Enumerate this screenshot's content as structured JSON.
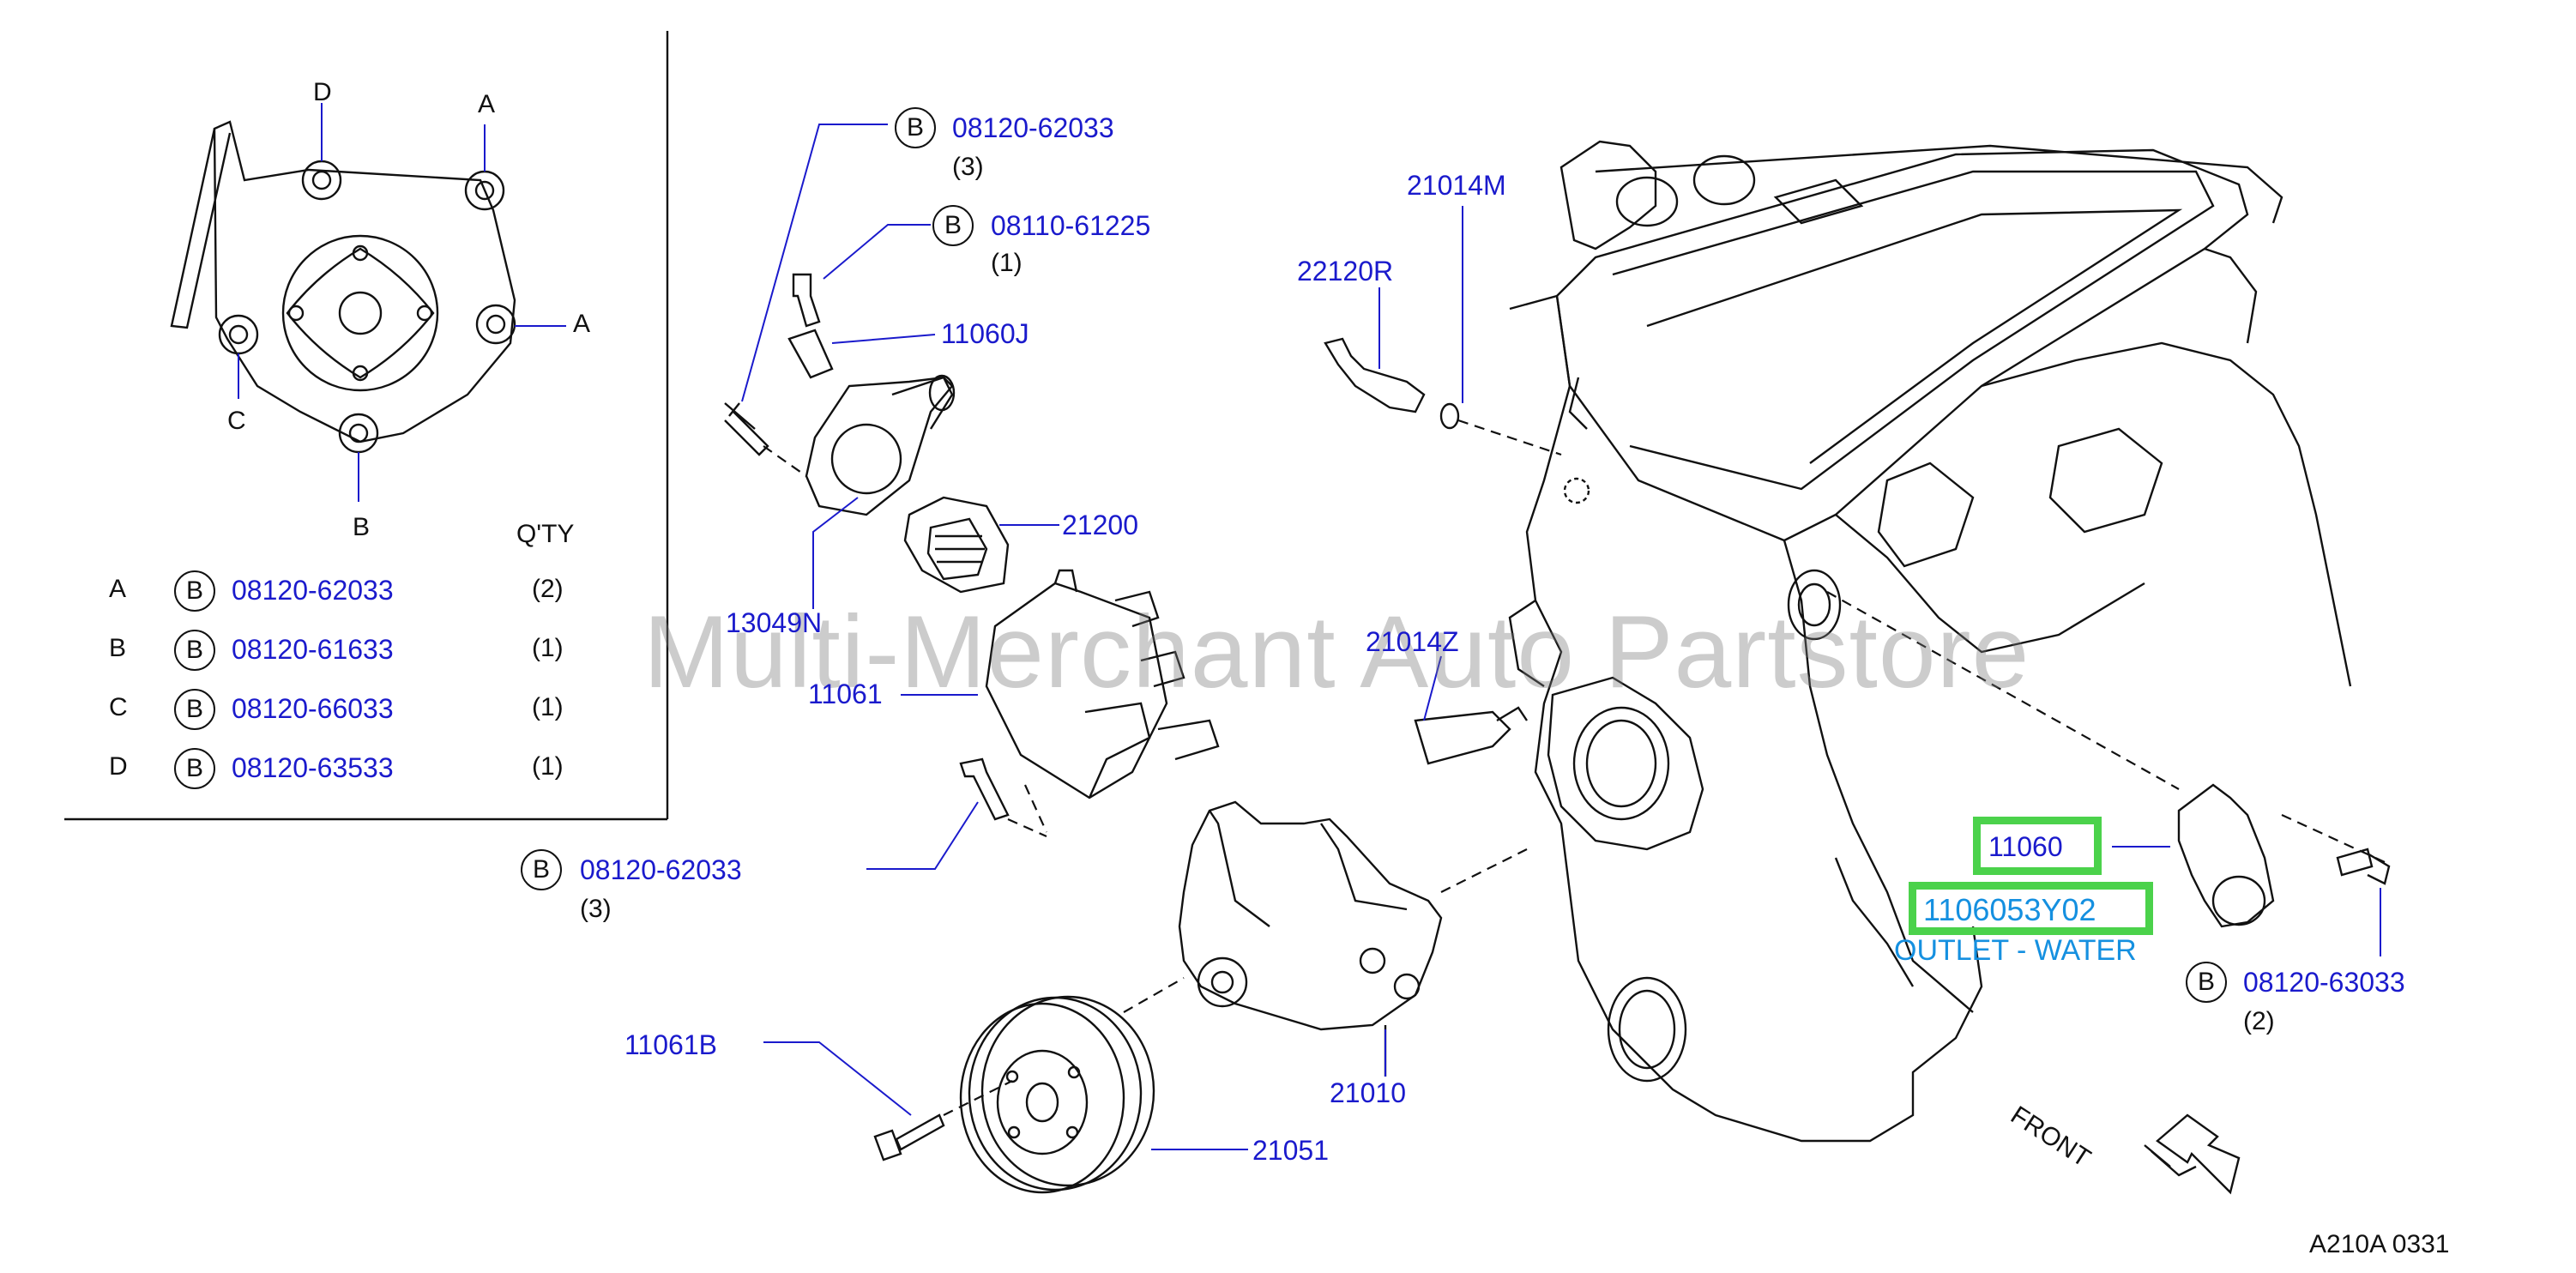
{
  "diagram": {
    "inset": {
      "point_labels": [
        "D",
        "A",
        "A",
        "C",
        "B"
      ],
      "qty_header": "Q'TY",
      "rows": [
        {
          "letter": "A",
          "bolt_mark": "B",
          "part": "08120-62033",
          "qty": "(2)"
        },
        {
          "letter": "B",
          "bolt_mark": "B",
          "part": "08120-61633",
          "qty": "(1)"
        },
        {
          "letter": "C",
          "bolt_mark": "B",
          "part": "08120-66033",
          "qty": "(1)"
        },
        {
          "letter": "D",
          "bolt_mark": "B",
          "part": "08120-63533",
          "qty": "(1)"
        }
      ]
    },
    "callouts": {
      "bolt_top": {
        "mark": "B",
        "part": "08120-62033",
        "qty": "(3)"
      },
      "bolt_bracket": {
        "mark": "B",
        "part": "08110-61225",
        "qty": "(1)"
      },
      "bracket": "11060J",
      "gasket": "13049N",
      "thermostat": "21200",
      "housing": "11061",
      "bolt_lower": {
        "mark": "B",
        "part": "08120-62033",
        "qty": "(3)"
      },
      "sensor": "21014M",
      "switch": "22120R",
      "drain": "21014Z",
      "pump": "21010",
      "pulley_bolt": "11061B",
      "pulley": "21051",
      "outlet": "11060",
      "outlet_part": "1106053Y02",
      "outlet_name": "OUTLET - WATER",
      "bolt_outlet": {
        "mark": "B",
        "part": "08120-63033",
        "qty": "(2)"
      }
    },
    "front_label": "FRONT",
    "code": "A210A  0331",
    "watermark": "Multi-Merchant Auto Partstore",
    "highlight_color": "#4bd24b",
    "label_color": "#1a1acc"
  }
}
